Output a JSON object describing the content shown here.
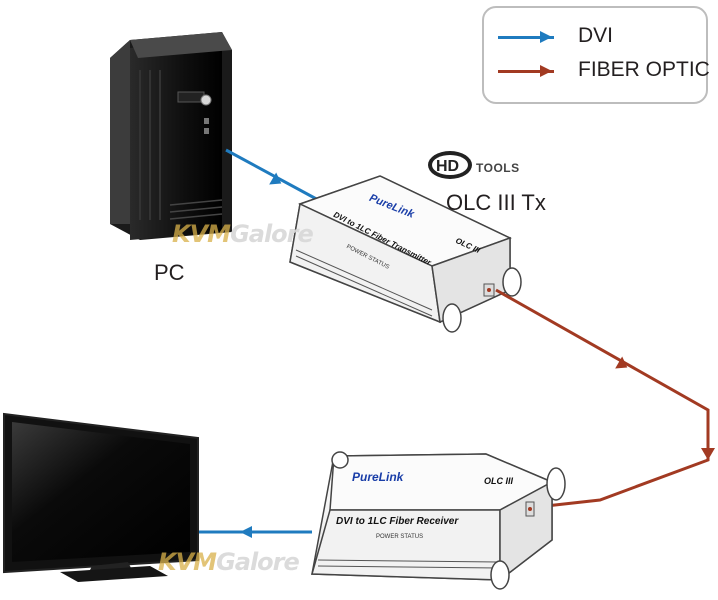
{
  "legend": {
    "dvi_label": "DVI",
    "fiber_label": "FIBER OPTIC",
    "dvi_color": "#1f7bbf",
    "fiber_color": "#a23a22"
  },
  "labels": {
    "pc": "PC",
    "transmitter": "OLC III Tx"
  },
  "logo": {
    "hd_text": "TOOLS"
  },
  "transmitter": {
    "brand": "PureLink",
    "model": "OLC III",
    "description": "DVI to 1LC Fiber Transmitter",
    "status": "POWER STATUS"
  },
  "receiver": {
    "brand": "PureLink",
    "model": "OLC III",
    "description": "DVI to 1LC Fiber Receiver",
    "status": "POWER STATUS"
  },
  "watermark": {
    "part1": "KVM",
    "part2": "Galore"
  }
}
